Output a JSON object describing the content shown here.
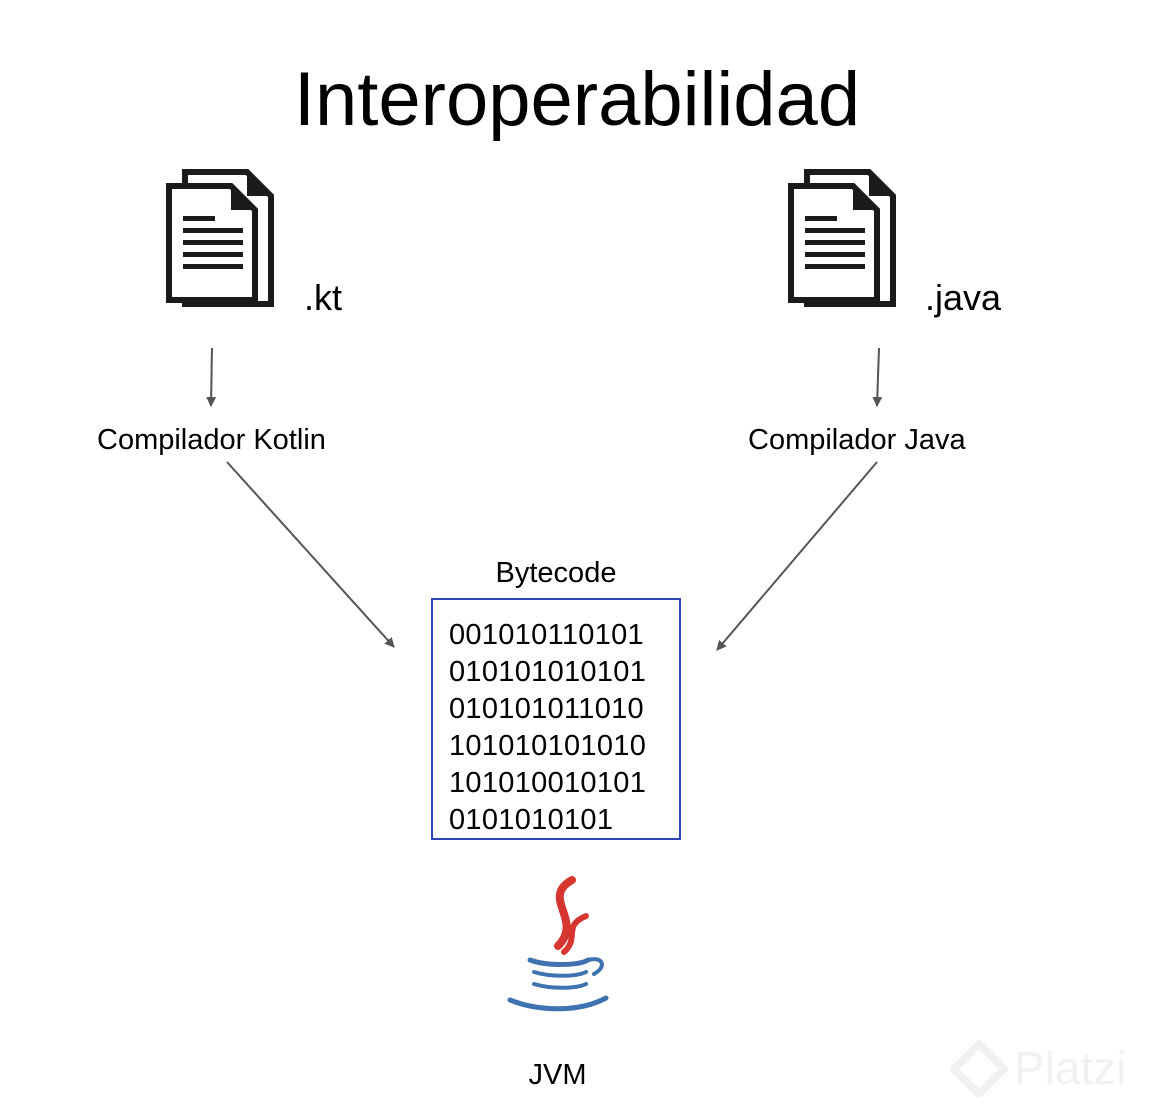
{
  "title": "Interoperabilidad",
  "sources": [
    {
      "extension": ".kt",
      "icon": "documents-icon"
    },
    {
      "extension": ".java",
      "icon": "documents-icon"
    }
  ],
  "compilers": [
    "Compilador Kotlin",
    "Compilador Java"
  ],
  "bytecode": {
    "label": "Bytecode",
    "lines": [
      "001010110101",
      "010101010101",
      "010101011010",
      "101010101010",
      "101010010101",
      "0101010101"
    ],
    "border_color": "#2b46b8"
  },
  "runtime": {
    "label": "JVM",
    "icon": "java-logo-icon"
  },
  "watermark": {
    "text": "Platzi",
    "icon": "platzi-logo-icon"
  },
  "colors": {
    "arrow": "#555555",
    "java_red": "#d7352f",
    "java_blue": "#3f72b0"
  }
}
